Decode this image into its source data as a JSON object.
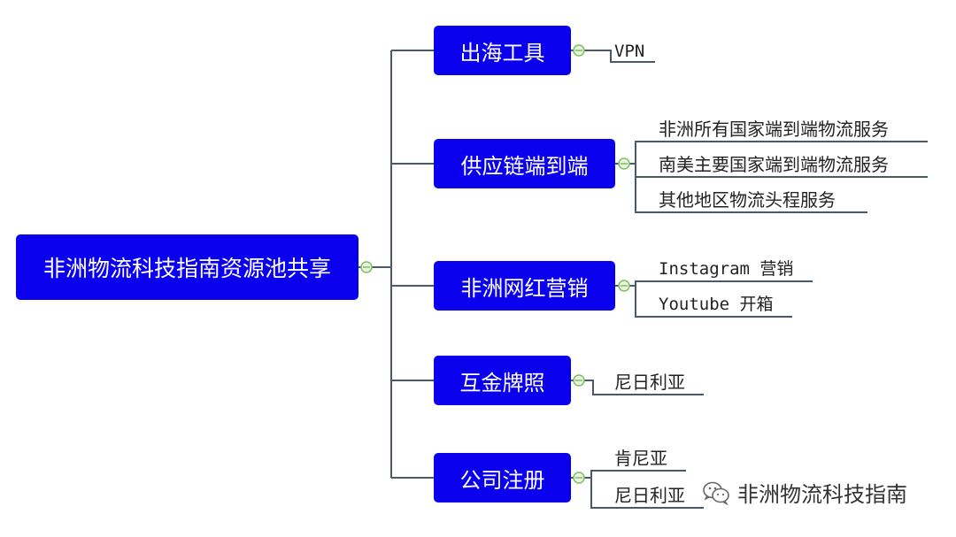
{
  "root": {
    "label": "非洲物流科技指南资源池共享"
  },
  "branches": [
    {
      "label": "出海工具",
      "children": [
        "VPN"
      ]
    },
    {
      "label": "供应链端到端",
      "children": [
        "非洲所有国家端到端物流服务",
        "南美主要国家端到端物流服务",
        "其他地区物流头程服务"
      ]
    },
    {
      "label": "非洲网红营销",
      "children": [
        "Instagram 营销",
        "Youtube 开箱"
      ]
    },
    {
      "label": "互金牌照",
      "children": [
        "尼日利亚"
      ]
    },
    {
      "label": "公司注册",
      "children": [
        "肯尼亚",
        "尼日利亚"
      ]
    }
  ],
  "watermark": {
    "icon": "wechat-icon",
    "text": "非洲物流科技指南"
  },
  "colors": {
    "node_fill": "#0a00ee",
    "node_text": "#ffffff",
    "line": "#4a5a6a",
    "collapse_toggle": "#7fbf5f"
  }
}
